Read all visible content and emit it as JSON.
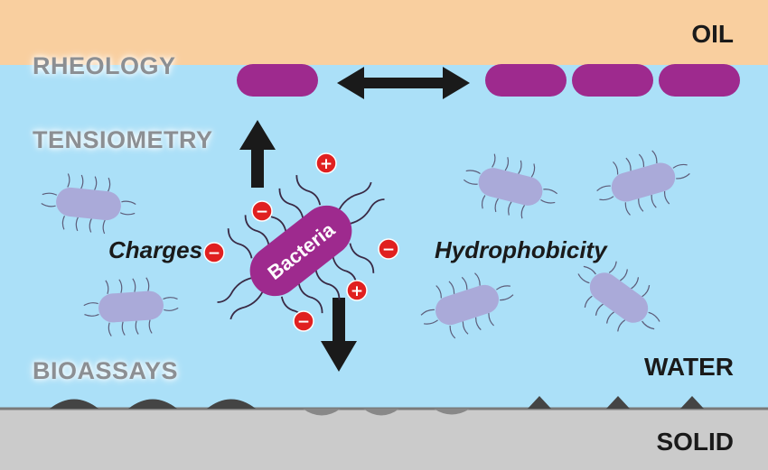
{
  "phases": {
    "oil": "OIL",
    "water": "WATER",
    "solid": "SOLID"
  },
  "methods": {
    "rheology": "RHEOLOGY",
    "tensiometry": "TENSIOMETRY",
    "bioassays": "BIOASSAYS"
  },
  "factors": {
    "charges": "Charges",
    "hydrophobicity": "Hydrophobicity"
  },
  "bacteria_label": "Bacteria",
  "charge_signs": {
    "plus": "+",
    "minus": "−"
  },
  "colors": {
    "oil": "#f9cf9f",
    "water": "#abe0f8",
    "solid": "#cbcbcb",
    "bacteria_main": "#9e2a8e",
    "bacteria_faint": "#aaaad9",
    "charge": "#e02020"
  }
}
